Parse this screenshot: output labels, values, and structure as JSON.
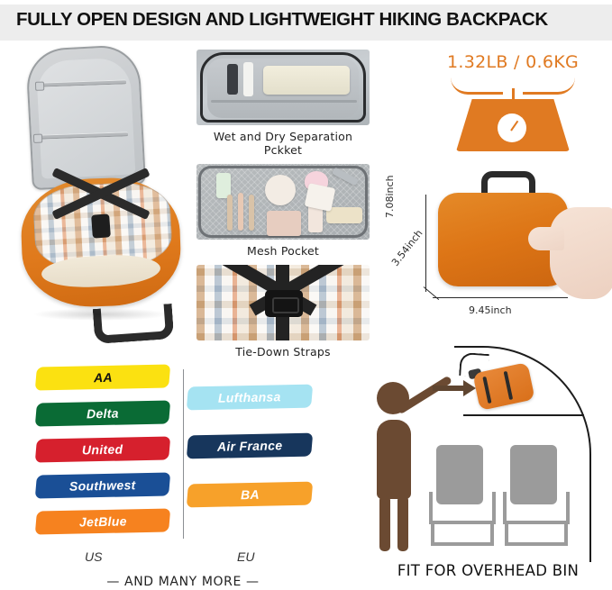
{
  "header": {
    "title": "FULLY OPEN DESIGN AND LIGHTWEIGHT HIKING BACKPACK"
  },
  "hero": {
    "alt": "open-backpack-photo"
  },
  "feature_photos": [
    {
      "caption": "Wet and Dry Separation Pckket",
      "name": "wet-dry-separation-photo"
    },
    {
      "caption": "Mesh Pocket",
      "name": "mesh-pocket-photo"
    },
    {
      "caption": "Tie-Down Straps",
      "name": "tie-down-straps-photo"
    }
  ],
  "weight": {
    "value": "1.32LB / 0.6KG",
    "icon": "scale-icon",
    "color": "#e07a22"
  },
  "dimensions": {
    "height": "7.08inch",
    "depth": "3.54inch",
    "width": "9.45inch",
    "bag_color": "#dd7516"
  },
  "airlines": {
    "us_label": "US",
    "eu_label": "EU",
    "footer": "— AND MANY MORE —",
    "us": [
      {
        "label": "AA",
        "bg": "#fbe111",
        "fg": "#111111"
      },
      {
        "label": "Delta",
        "bg": "#0a6b35",
        "fg": "#ffffff"
      },
      {
        "label": "United",
        "bg": "#d6202d",
        "fg": "#ffffff"
      },
      {
        "label": "Southwest",
        "bg": "#1a4f96",
        "fg": "#ffffff"
      },
      {
        "label": "JetBlue",
        "bg": "#f6821f",
        "fg": "#ffffff"
      }
    ],
    "eu": [
      {
        "label": "Lufthansa",
        "bg": "#a5e3f2",
        "fg": "#ffffff"
      },
      {
        "label": "Air France",
        "bg": "#17365c",
        "fg": "#ffffff"
      },
      {
        "label": "BA",
        "bg": "#f7a12a",
        "fg": "#ffffff"
      }
    ]
  },
  "overhead": {
    "caption": "FIT FOR OVERHEAD BIN",
    "person_color": "#6b4a32",
    "seat_color": "#9b9b9b",
    "bag_color": "#d9701a"
  }
}
